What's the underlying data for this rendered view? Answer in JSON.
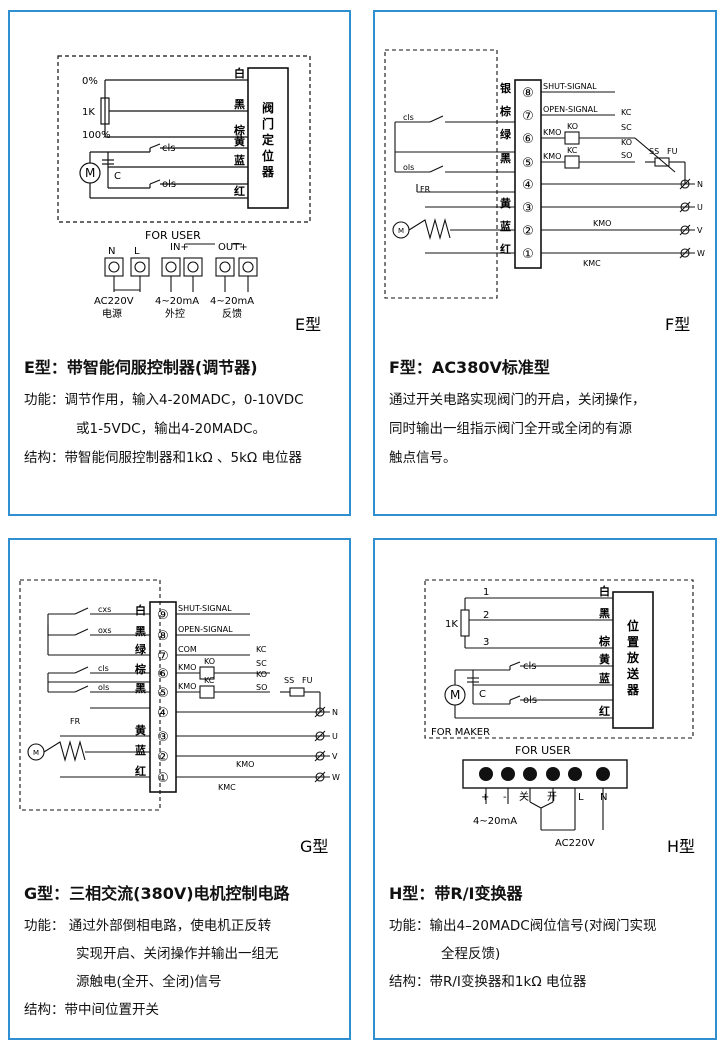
{
  "E": {
    "terminals": [
      "白",
      "黑",
      "棕",
      "黄",
      "蓝",
      "红"
    ],
    "box_label": [
      "阀",
      "门",
      "定",
      "位",
      "器"
    ],
    "pct0": "0%",
    "pot_label": "1K",
    "pct100": "100%",
    "cap": "C",
    "motor": "M",
    "cls": "cls",
    "ols": "ols",
    "for_user": "FOR USER",
    "term_N": "N",
    "term_L": "L",
    "in_label": "IN+",
    "out_label": "OUT+",
    "ac220": "AC220V",
    "src": "电源",
    "in_ma": "4~20mA",
    "in_desc": "外控",
    "out_ma": "4~20mA",
    "out_desc": "反馈",
    "type_tag": "E型",
    "title": "E型：带智能伺服控制器(调节器)",
    "lines": [
      "功能：调节作用，输入4-20MADC，0-10VDC",
      "或1-5VDC，输出4-20MADC。",
      "结构：带智能伺服控制器和1kΩ 、5kΩ 电位器"
    ]
  },
  "F": {
    "wires": [
      "银",
      "棕",
      "绿",
      "黑",
      "",
      "黄",
      "蓝",
      "红"
    ],
    "nums": [
      "⑧",
      "⑦",
      "⑥",
      "⑤",
      "④",
      "③",
      "②",
      "①"
    ],
    "shut": "SHUT-SIGNAL",
    "open": "OPEN-SIGNAL",
    "kmo": "KMO",
    "kmc": "KMC",
    "ko": "KO",
    "kc": "KC",
    "sc": "SC",
    "so": "SO",
    "ss": "SS",
    "fu": "FU",
    "cls": "cls",
    "ols": "ols",
    "fr": "FR",
    "n": "N",
    "u": "U",
    "v": "V",
    "w": "W",
    "m": "M",
    "type_tag": "F型",
    "title": "F型：AC380V标准型",
    "lines": [
      "通过开关电路实现阀门的开启，关闭操作，",
      "同时输出一组指示阀门全开或全闭的有源",
      "触点信号。"
    ]
  },
  "G": {
    "wires": [
      "白",
      "黑",
      "绿",
      "棕",
      "黑",
      "",
      "黄",
      "蓝",
      "红"
    ],
    "nums": [
      "⑨",
      "⑧",
      "⑦",
      "⑥",
      "⑤",
      "④",
      "③",
      "②",
      "①"
    ],
    "shut": "SHUT-SIGNAL",
    "open": "OPEN-SIGNAL",
    "com": "COM",
    "cxs": "cxs",
    "oxs": "oxs",
    "cls": "cls",
    "ols": "ols",
    "fr": "FR",
    "kmo": "KMO",
    "kmc": "KMC",
    "ko": "KO",
    "kc": "KC",
    "sc": "SC",
    "so": "SO",
    "ss": "SS",
    "fu": "FU",
    "n": "N",
    "u": "U",
    "v": "V",
    "w": "W",
    "m": "M",
    "type_tag": "G型",
    "title": "G型：三相交流(380V)电机控制电路",
    "lines": [
      "功能：  通过外部倒相电路，使电机正反转",
      "实现开启、关闭操作并输出一组无",
      "源触电(全开、全闭)信号",
      "结构：带中间位置开关"
    ]
  },
  "H": {
    "terminals": [
      "白",
      "黑",
      "棕",
      "黄",
      "蓝",
      "红"
    ],
    "box_label": [
      "位",
      "置",
      "放",
      "送",
      "器"
    ],
    "n1": "1",
    "n2": "2",
    "n3": "3",
    "pot": "1K",
    "cap": "C",
    "motor": "M",
    "cls": "cls",
    "ols": "ols",
    "for_maker": "FOR MAKER",
    "for_user": "FOR USER",
    "plus": "+",
    "minus": "-",
    "guan": "关",
    "kai": "开",
    "L": "L",
    "N": "N",
    "ma": "4~20mA",
    "ac": "AC220V",
    "type_tag": "H型",
    "title": "H型：带R/I变换器",
    "lines": [
      "功能：输出4–20MADC阀位信号(对阀门实现",
      "全程反馈)",
      "结构：带R/I变换器和1kΩ 电位器"
    ]
  }
}
